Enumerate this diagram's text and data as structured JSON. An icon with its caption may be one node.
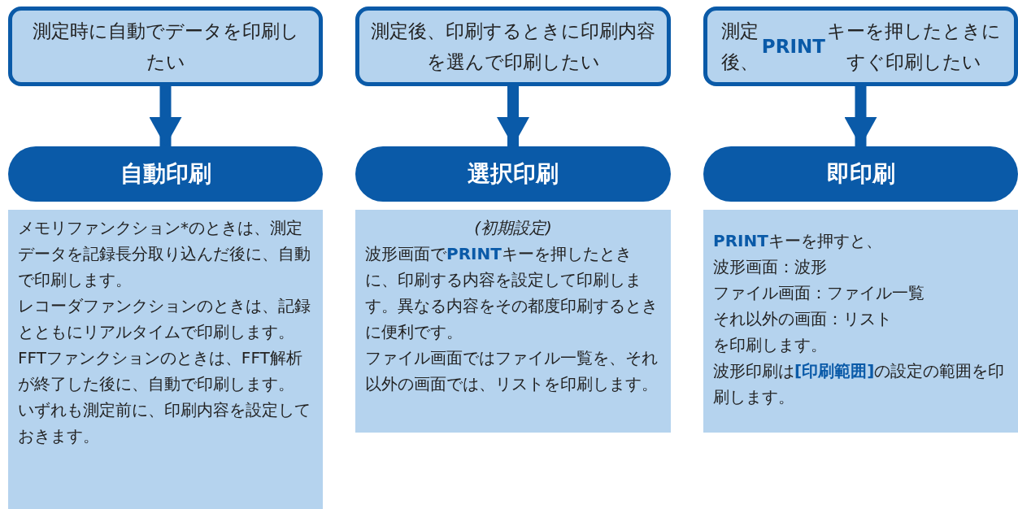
{
  "diagram": {
    "nodes": [
      {
        "text": [
          "測定時に自動でデータを印刷したい"
        ]
      },
      {
        "text": [
          "自動印刷"
        ]
      },
      {
        "text": [
          "メモリファンクション*のときは、測定データを記録長分取り込んだ後に、自動で印刷します。",
          "レコーダファンクションのときは、記録とともにリアルタイムで印刷します。",
          "FFTファンクションのときは、FFT解析が終了した後に、自動で印刷します。",
          "いずれも測定前に、印刷内容を設定しておきます。"
        ]
      },
      {
        "text": [
          "測定後、印刷するときに印刷内容を選んで印刷したい"
        ]
      },
      {
        "text": [
          "選択印刷"
        ]
      },
      {
        "text": [
          "(初期設定)",
          "波形画面で**PRINT**キーを押したときに、印刷する内容を設定して印刷します。異なる内容をその都度印刷するときに便利です。",
          "ファイル画面ではファイル一覧を、それ以外の画面では、リストを印刷します。"
        ]
      },
      {
        "text": [
          "測定後、**PRINT**キーを押したときにすぐ印刷したい"
        ]
      },
      {
        "text": [
          "即印刷"
        ]
      },
      {
        "text": [
          "**PRINT**キーを押すと、",
          "波形画面：波形",
          "ファイル画面：ファイル一覧",
          "それ以外の画面：リスト",
          "を印刷します。",
          "波形印刷は**[印刷範囲]**の設定の範囲を印刷します。"
        ]
      }
    ],
    "edges": [
      {
        "from": 0,
        "to": 1,
        "arrow": "to"
      },
      {
        "from": 3,
        "to": 4,
        "arrow": "to"
      },
      {
        "from": 6,
        "to": 7,
        "arrow": "to"
      }
    ]
  }
}
